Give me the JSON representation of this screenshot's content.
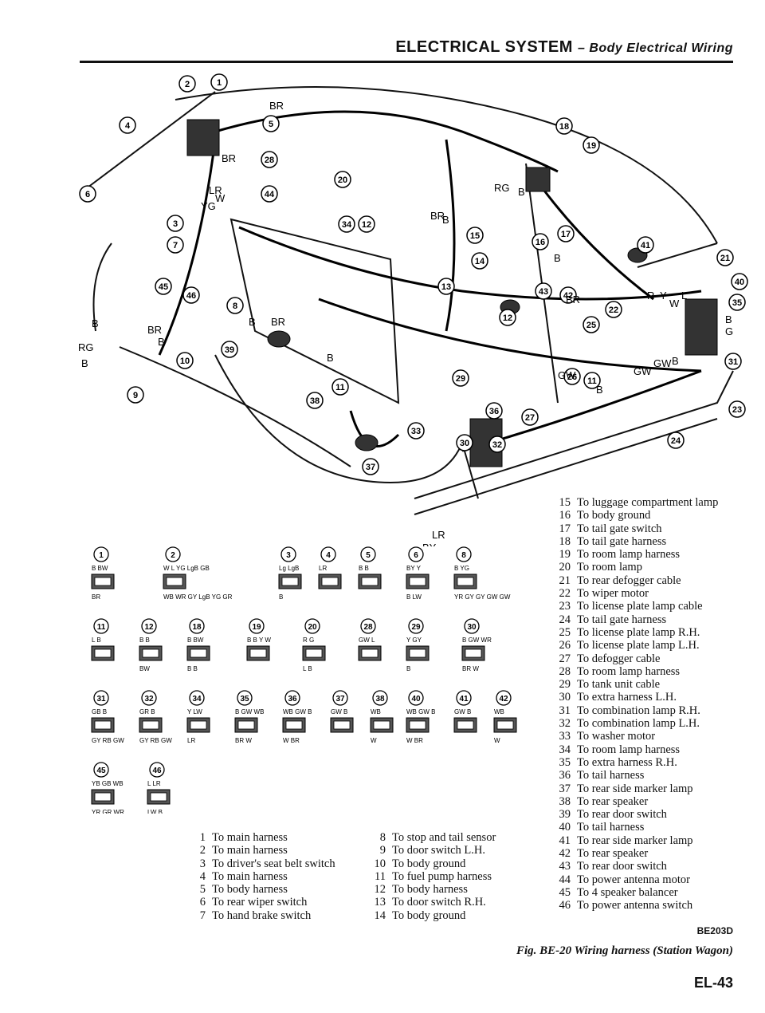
{
  "header": {
    "title": "ELECTRICAL SYSTEM",
    "subtitle": "– Body Electrical Wiring"
  },
  "diagram_labels": {
    "wire_colors": [
      "BR",
      "YG",
      "LR",
      "W",
      "BR",
      "RG",
      "B",
      "BR",
      "B",
      "B",
      "BR",
      "B",
      "RG",
      "B",
      "B",
      "BR",
      "B",
      "B",
      "R",
      "Y",
      "W",
      "L",
      "BR",
      "GW",
      "GW",
      "B",
      "GW",
      "B",
      "LR",
      "BY",
      "B",
      "G"
    ]
  },
  "connectors": [
    {
      "id": "1",
      "top": "B BW",
      "bottom": "BR"
    },
    {
      "id": "2",
      "top": "W L  YG LgB GB",
      "bottom": "WB WR GY LgB YG GR"
    },
    {
      "id": "3",
      "top": "Lg LgB",
      "bottom": "B"
    },
    {
      "id": "4",
      "top": "LR",
      "bottom": ""
    },
    {
      "id": "5",
      "top": "B B",
      "bottom": ""
    },
    {
      "id": "6",
      "top": "BY Y",
      "bottom": "B LW"
    },
    {
      "id": "8",
      "top": "B YG",
      "bottom": "YR GY GY  GW GW"
    },
    {
      "id": "11",
      "top": "L B",
      "bottom": ""
    },
    {
      "id": "12",
      "top": "B B",
      "bottom": "BW"
    },
    {
      "id": "18",
      "top": "B BW",
      "bottom": "B B"
    },
    {
      "id": "19",
      "top": "B B  Y W",
      "bottom": ""
    },
    {
      "id": "20",
      "top": "R G",
      "bottom": "L B"
    },
    {
      "id": "28",
      "top": "GW L",
      "bottom": ""
    },
    {
      "id": "29",
      "top": "Y GY",
      "bottom": "B"
    },
    {
      "id": "30",
      "top": "B GW WR",
      "bottom": "BR W"
    },
    {
      "id": "31",
      "top": "GB B",
      "bottom": "GY RB GW"
    },
    {
      "id": "32",
      "top": "GR B",
      "bottom": "GY RB GW"
    },
    {
      "id": "34",
      "top": "Y LW",
      "bottom": "LR"
    },
    {
      "id": "35",
      "top": "B GW WB",
      "bottom": "BR W"
    },
    {
      "id": "36",
      "top": "WB GW B",
      "bottom": "W BR"
    },
    {
      "id": "37",
      "top": "GW B",
      "bottom": ""
    },
    {
      "id": "38",
      "top": "WB",
      "bottom": "W"
    },
    {
      "id": "40",
      "top": "WB GW B",
      "bottom": "W BR"
    },
    {
      "id": "41",
      "top": "GW B",
      "bottom": ""
    },
    {
      "id": "42",
      "top": "WB",
      "bottom": "W"
    },
    {
      "id": "45",
      "top": "YB GB WB",
      "bottom": "YR GR WR"
    },
    {
      "id": "46",
      "top": "L LR",
      "bottom": "LW B"
    }
  ],
  "legend_right": [
    {
      "num": "15",
      "text": "To luggage compartment lamp"
    },
    {
      "num": "16",
      "text": "To body ground"
    },
    {
      "num": "17",
      "text": "To tail gate switch"
    },
    {
      "num": "18",
      "text": "To tail gate harness"
    },
    {
      "num": "19",
      "text": "To room lamp harness"
    },
    {
      "num": "20",
      "text": "To room lamp"
    },
    {
      "num": "21",
      "text": "To rear defogger cable"
    },
    {
      "num": "22",
      "text": "To wiper motor"
    },
    {
      "num": "23",
      "text": "To license plate lamp cable"
    },
    {
      "num": "24",
      "text": "To tail gate harness"
    },
    {
      "num": "25",
      "text": "To license plate lamp R.H."
    },
    {
      "num": "26",
      "text": "To license plate lamp L.H."
    },
    {
      "num": "27",
      "text": "To defogger cable"
    },
    {
      "num": "28",
      "text": "To room lamp harness"
    },
    {
      "num": "29",
      "text": "To tank unit cable"
    },
    {
      "num": "30",
      "text": "To extra harness L.H."
    },
    {
      "num": "31",
      "text": "To combination lamp R.H."
    },
    {
      "num": "32",
      "text": "To combination lamp L.H."
    },
    {
      "num": "33",
      "text": "To washer motor"
    },
    {
      "num": "34",
      "text": "To room lamp harness"
    },
    {
      "num": "35",
      "text": "To extra harness R.H."
    },
    {
      "num": "36",
      "text": "To tail harness"
    },
    {
      "num": "37",
      "text": "To rear side marker lamp"
    },
    {
      "num": "38",
      "text": "To rear speaker"
    },
    {
      "num": "39",
      "text": "To rear door switch"
    },
    {
      "num": "40",
      "text": "To tail harness"
    },
    {
      "num": "41",
      "text": "To rear side marker lamp"
    },
    {
      "num": "42",
      "text": "To rear speaker"
    },
    {
      "num": "43",
      "text": "To rear door switch"
    },
    {
      "num": "44",
      "text": "To power antenna motor"
    },
    {
      "num": "45",
      "text": "To 4 speaker balancer"
    },
    {
      "num": "46",
      "text": "To power antenna switch"
    }
  ],
  "legend_left": [
    {
      "num": "1",
      "text": "To main harness"
    },
    {
      "num": "2",
      "text": "To main harness"
    },
    {
      "num": "3",
      "text": "To driver's seat belt switch"
    },
    {
      "num": "4",
      "text": "To main harness"
    },
    {
      "num": "5",
      "text": "To body harness"
    },
    {
      "num": "6",
      "text": "To rear wiper switch"
    },
    {
      "num": "7",
      "text": "To hand brake switch"
    }
  ],
  "legend_mid": [
    {
      "num": "8",
      "text": "To stop and tail sensor"
    },
    {
      "num": "9",
      "text": "To door switch L.H."
    },
    {
      "num": "10",
      "text": "To body ground"
    },
    {
      "num": "11",
      "text": "To fuel pump harness"
    },
    {
      "num": "12",
      "text": "To body harness"
    },
    {
      "num": "13",
      "text": "To door switch R.H."
    },
    {
      "num": "14",
      "text": "To body ground"
    }
  ],
  "figure": {
    "code": "BE203D",
    "caption": "Fig. BE-20 Wiring harness (Station Wagon)"
  },
  "page_number": "EL-43"
}
